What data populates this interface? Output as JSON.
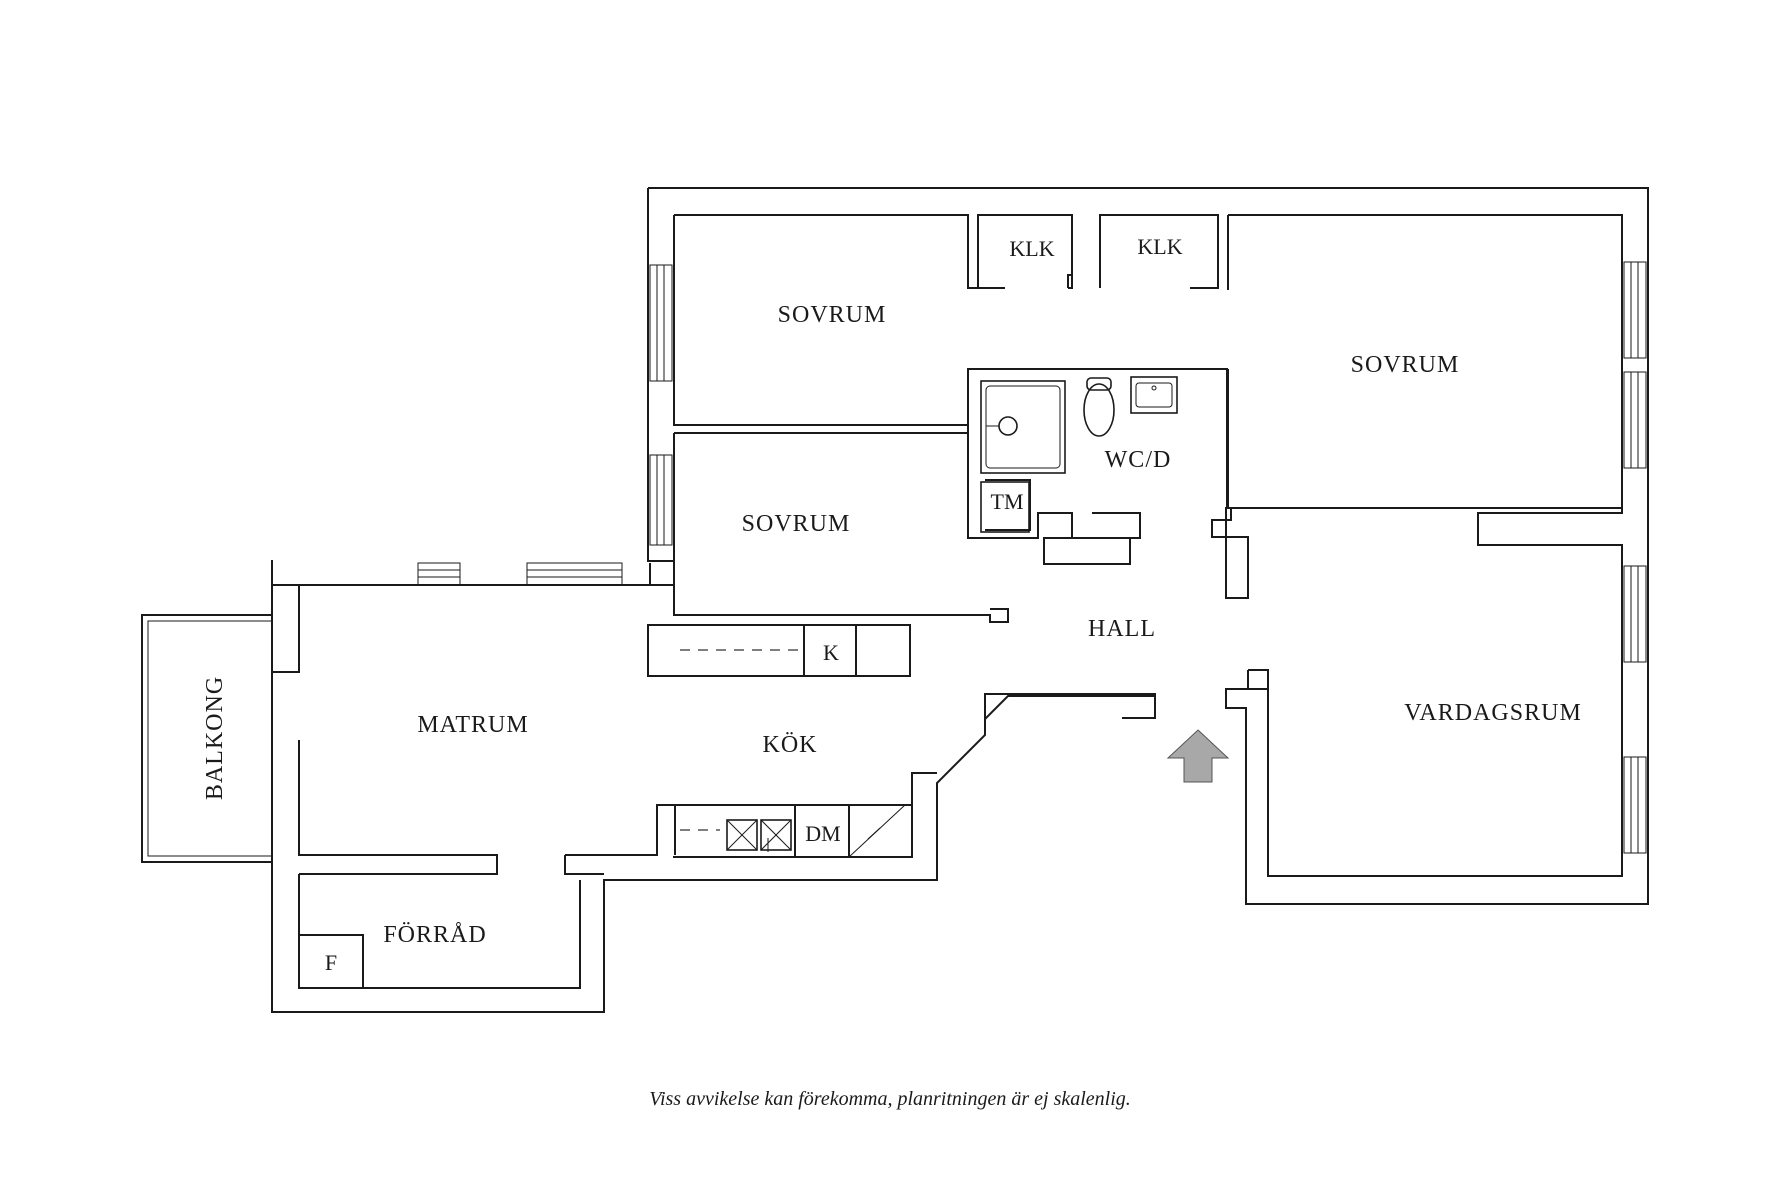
{
  "rooms": {
    "sovrum_top": "SOVRUM",
    "sovrum_mid": "SOVRUM",
    "sovrum_right": "SOVRUM",
    "klk_1": "KLK",
    "klk_2": "KLK",
    "wc": "WC/D",
    "tm": "TM",
    "hall": "HALL",
    "k": "K",
    "vardagsrum": "VARDAGSRUM",
    "matrum": "MATRUM",
    "kok": "KÖK",
    "dm": "DM",
    "balkong": "BALKONG",
    "forrad": "FÖRRÅD",
    "f": "F"
  },
  "note": "Viss avvikelse kan förekomma, planritningen är ej skalenlig.",
  "colors": {
    "wall": "#1a1a1a",
    "entrance_arrow": "#a8a8a8"
  },
  "icons": [
    "entrance-arrow-icon",
    "shower-icon",
    "toilet-icon",
    "sink-icon",
    "stove-icon",
    "window-icon"
  ]
}
